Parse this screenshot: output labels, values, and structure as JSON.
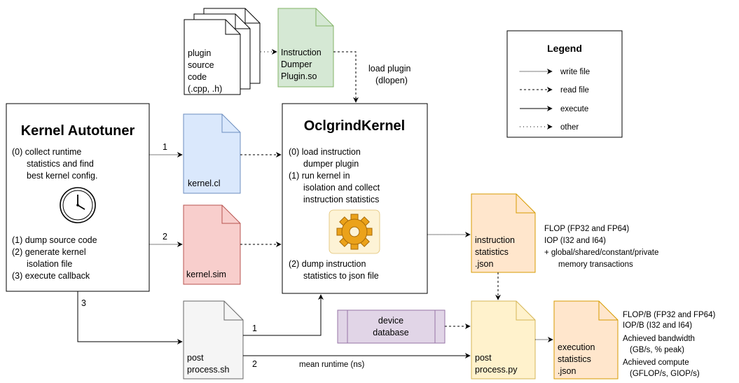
{
  "autotuner": {
    "title": "Kernel Autotuner",
    "step0": [
      "(0) collect runtime",
      "statistics and find",
      "best kernel config."
    ],
    "step1": "(1) dump source code",
    "step2": [
      "(2) generate kernel",
      "isolation file"
    ],
    "step3": "(3) execute callback"
  },
  "oclgrind": {
    "title": "OclgrindKernel",
    "step0": [
      "(0) load instruction",
      "dumper plugin"
    ],
    "step1": [
      "(1) run kernel in",
      "isolation and collect",
      "instruction statistics"
    ],
    "step2": [
      "(2) dump instruction",
      "statistics to json file"
    ]
  },
  "files": {
    "plugin_source": [
      "plugin",
      "source",
      "code",
      "(.cpp, .h)"
    ],
    "dumper_plugin": [
      "Instruction",
      "Dumper",
      "Plugin.so"
    ],
    "kernel_cl": "kernel.cl",
    "kernel_sim": "kernel.sim",
    "post_process_sh": [
      "post",
      "process.sh"
    ],
    "instruction_stats": [
      "instruction",
      "statistics",
      ".json"
    ],
    "post_process_py": [
      "post",
      "process.py"
    ],
    "execution_stats": [
      "execution",
      "statistics",
      ".json"
    ]
  },
  "device_db": [
    "device",
    "database"
  ],
  "edge_labels": {
    "load_plugin": [
      "load plugin",
      "(dlopen)"
    ],
    "mean_runtime": "mean runtime (ns)",
    "n1_cl": "1",
    "n2_sim": "2",
    "n3": "3",
    "sh_1": "1",
    "sh_2": "2"
  },
  "instruction_notes": [
    "FLOP (FP32 and FP64)",
    "IOP (I32 and I64)",
    "+ global/shared/constant/private",
    "memory transactions"
  ],
  "execution_notes": [
    "FLOP/B (FP32 and FP64)",
    "IOP/B (I32 and I64)",
    "Achieved bandwidth",
    "(GB/s, % peak)",
    "Achieved compute",
    "(GFLOP/s, GIOP/s)"
  ],
  "legend": {
    "title": "Legend",
    "items": [
      "write file",
      "read file",
      "execute",
      "other"
    ]
  },
  "colors": {
    "blue_fill": "#dae8fc",
    "blue_stroke": "#6c8ebf",
    "green_fill": "#d5e8d4",
    "green_stroke": "#82b366",
    "red_fill": "#f8cecc",
    "red_stroke": "#b85450",
    "orange_fill": "#ffe6cc",
    "orange_stroke": "#d79b00",
    "yellow_fill": "#fff2cc",
    "yellow_stroke": "#d6b656",
    "gray_fill": "#f5f5f5",
    "gray_stroke": "#666666",
    "purple_fill": "#e1d5e7",
    "purple_stroke": "#9673a6"
  }
}
